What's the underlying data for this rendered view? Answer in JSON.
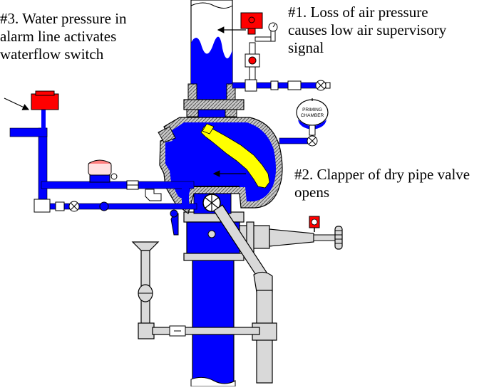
{
  "captions": {
    "step1": {
      "line1": "#1. Loss of air pressure",
      "line2": "causes low air supervisory",
      "line3": "signal"
    },
    "step2": {
      "line1": "#2. Clapper of dry pipe valve",
      "line2": "opens"
    },
    "step3": {
      "line1": "#3. Water pressure in",
      "line2": "alarm line activates",
      "line3": "waterflow switch"
    }
  },
  "priming_chamber": {
    "line1": "PRIMING",
    "line2": "CHAMBER"
  },
  "colors": {
    "water": "#0000ff",
    "clapper": "#ffff00",
    "alarm_device": "#ff0000",
    "valve_body": "#c0c0c0",
    "outline": "#000000"
  }
}
